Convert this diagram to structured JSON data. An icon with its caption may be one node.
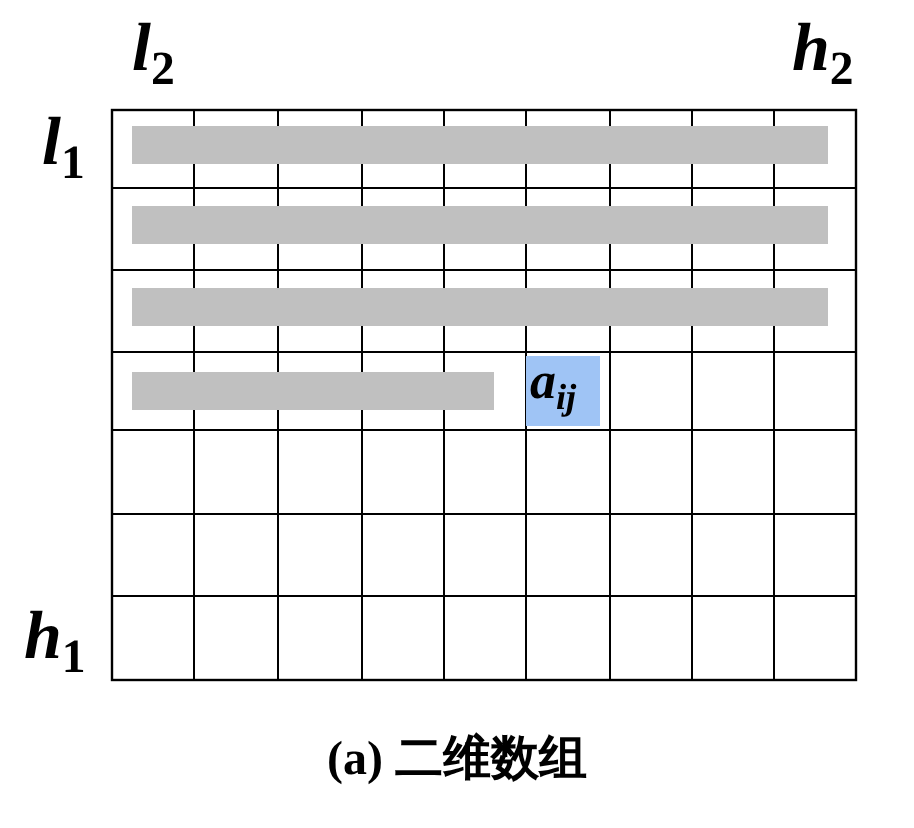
{
  "diagram": {
    "caption": "(a) 二维数组",
    "nodes": [
      {
        "text": [
          "a$_{ij}$"
        ]
      }
    ],
    "labels": [
      "*l*$_{2}$",
      "*h*$_{2}$",
      "*l*$_{1}$",
      "*h*$_{1}$"
    ]
  }
}
